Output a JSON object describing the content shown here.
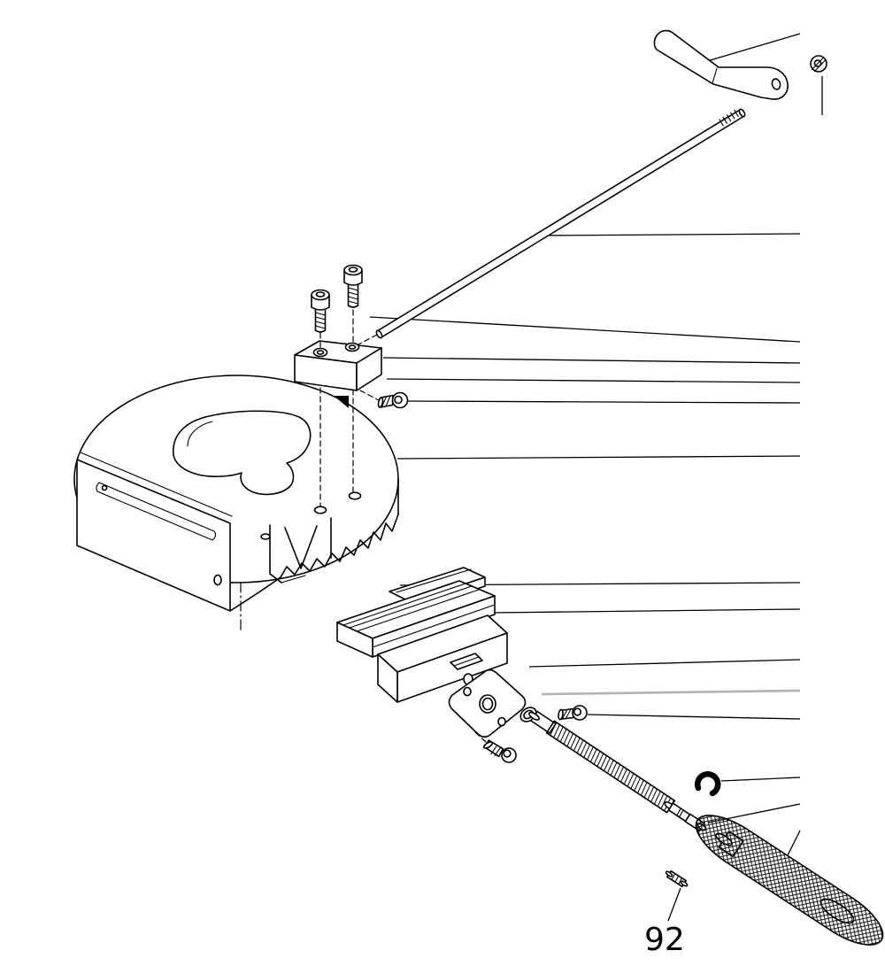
{
  "figure": {
    "label": "92",
    "background_color": "#ffffff",
    "line_color": "#000000",
    "leader_highlight_color": "#b3b3b3"
  },
  "parts": [
    "bent-lever-arm",
    "retaining-screw",
    "depth-rod",
    "cap-screw-left",
    "cap-screw-right",
    "rod-holder-block",
    "set-screw",
    "circular-vise-base",
    "guide-rail",
    "guide-bar",
    "sliding-jaw",
    "flange-plate",
    "wave-washer",
    "flange-screw-side",
    "flange-screw-bottom",
    "feed-screw-shaft",
    "e-ring",
    "handle-grip",
    "spring-pin"
  ]
}
